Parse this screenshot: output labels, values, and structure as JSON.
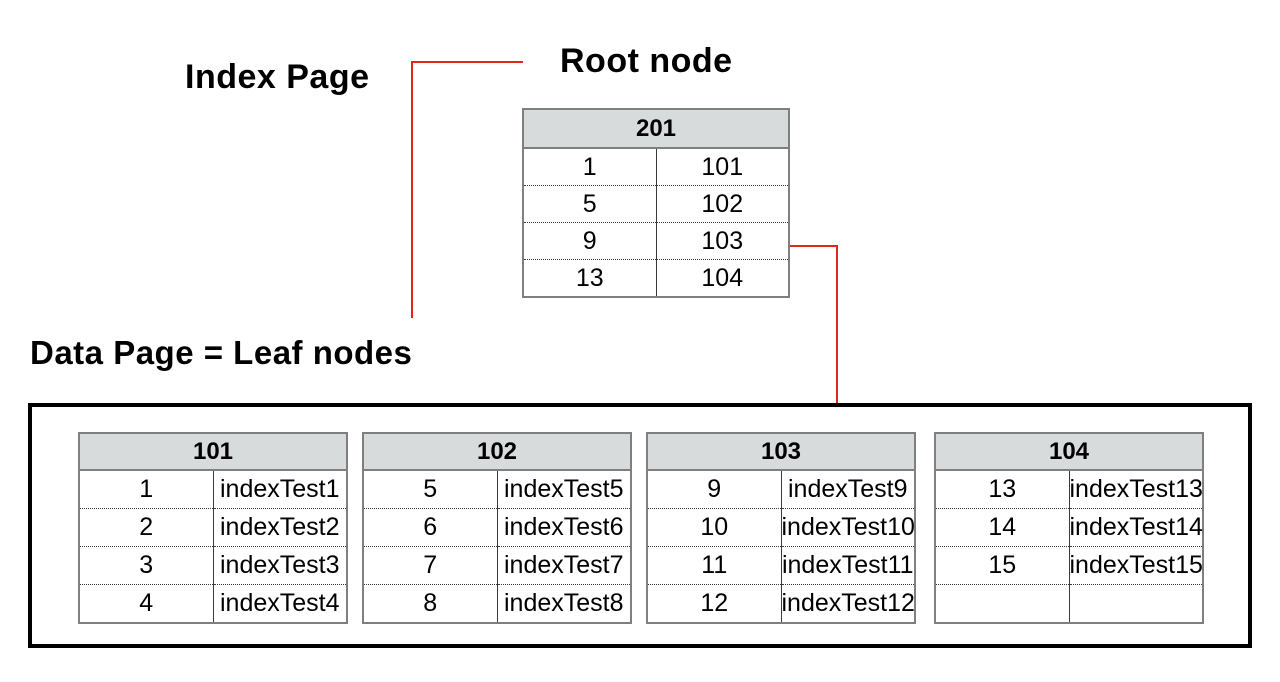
{
  "labels": {
    "index_page": "Index Page",
    "root_node": "Root node",
    "data_page": "Data Page = Leaf nodes"
  },
  "colors": {
    "arrow": "#e0251c",
    "header_bg": "#d8dbdc",
    "table_border": "#7f7f7f",
    "box_border": "#000000"
  },
  "root_table": {
    "header": "201",
    "rows": [
      [
        "1",
        "101"
      ],
      [
        "5",
        "102"
      ],
      [
        "9",
        "103"
      ],
      [
        "13",
        "104"
      ]
    ]
  },
  "leaf_tables": [
    {
      "header": "101",
      "rows": [
        [
          "1",
          "indexTest1"
        ],
        [
          "2",
          "indexTest2"
        ],
        [
          "3",
          "indexTest3"
        ],
        [
          "4",
          "indexTest4"
        ]
      ]
    },
    {
      "header": "102",
      "rows": [
        [
          "5",
          "indexTest5"
        ],
        [
          "6",
          "indexTest6"
        ],
        [
          "7",
          "indexTest7"
        ],
        [
          "8",
          "indexTest8"
        ]
      ]
    },
    {
      "header": "103",
      "rows": [
        [
          "9",
          "indexTest9"
        ],
        [
          "10",
          "indexTest10"
        ],
        [
          "11",
          "indexTest11"
        ],
        [
          "12",
          "indexTest12"
        ]
      ]
    },
    {
      "header": "104",
      "rows": [
        [
          "13",
          "indexTest13"
        ],
        [
          "14",
          "indexTest14"
        ],
        [
          "15",
          "indexTest15"
        ],
        [
          "",
          ""
        ]
      ]
    }
  ]
}
